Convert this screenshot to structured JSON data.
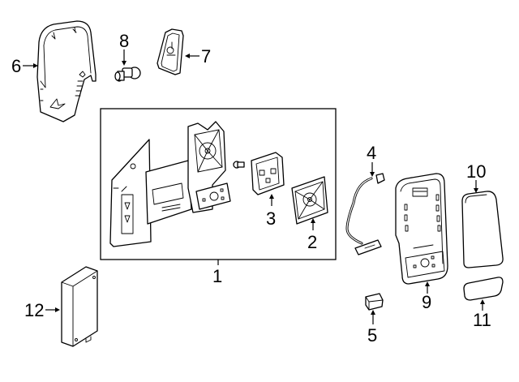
{
  "diagram": {
    "type": "exploded-parts-diagram",
    "subject": "exterior side mirror assembly",
    "callouts": [
      {
        "id": "1",
        "label": "1"
      },
      {
        "id": "2",
        "label": "2"
      },
      {
        "id": "3",
        "label": "3"
      },
      {
        "id": "4",
        "label": "4"
      },
      {
        "id": "5",
        "label": "5"
      },
      {
        "id": "6",
        "label": "6"
      },
      {
        "id": "7",
        "label": "7"
      },
      {
        "id": "8",
        "label": "8"
      },
      {
        "id": "9",
        "label": "9"
      },
      {
        "id": "10",
        "label": "10"
      },
      {
        "id": "11",
        "label": "11"
      },
      {
        "id": "12",
        "label": "12"
      }
    ],
    "colors": {
      "line": "#000000",
      "background": "#ffffff"
    }
  }
}
